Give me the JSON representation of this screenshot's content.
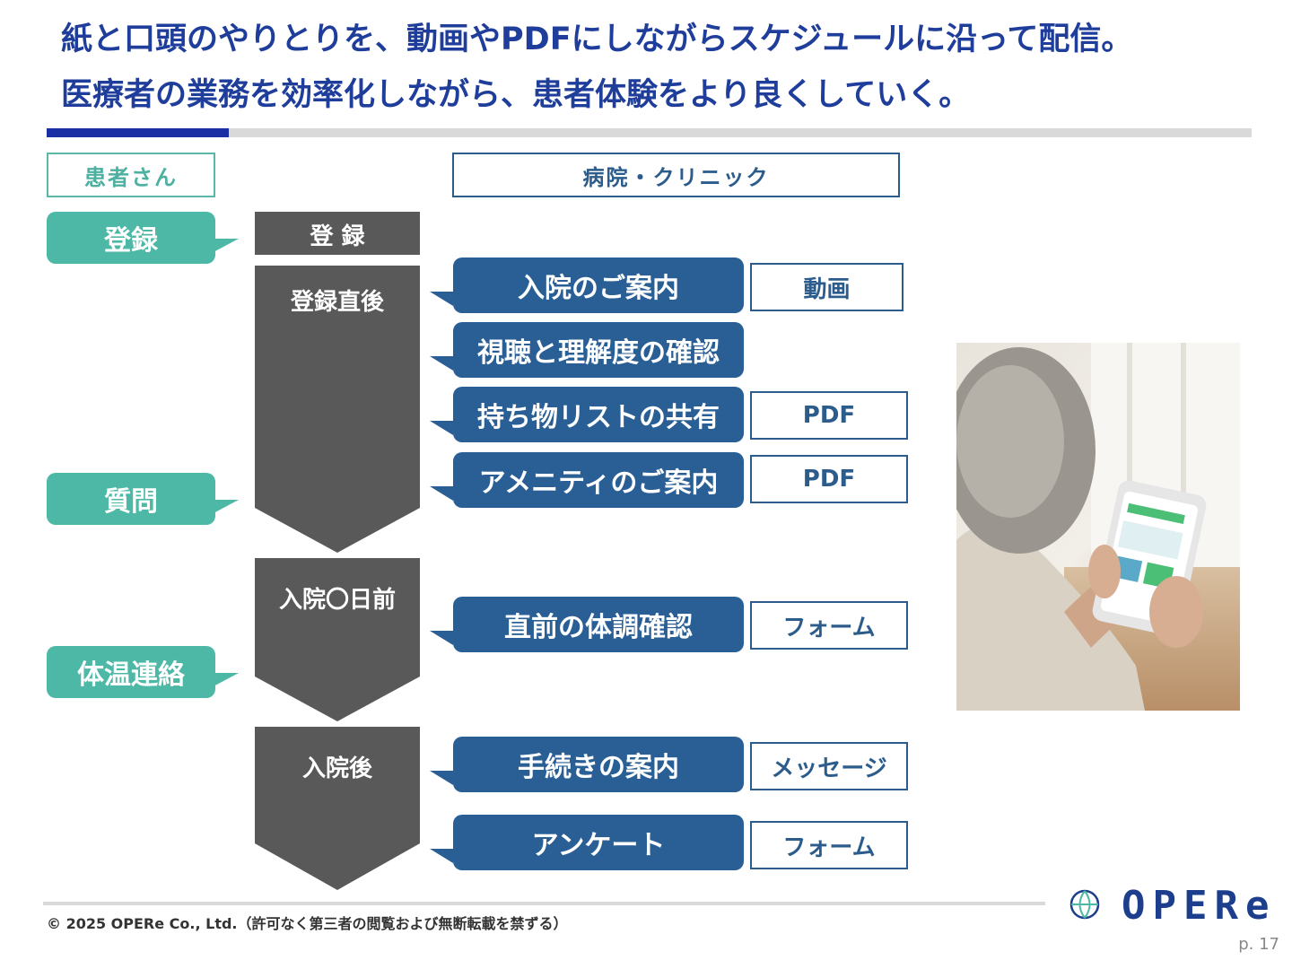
{
  "title": {
    "line1": "紙と口頭のやりとりを、動画やPDFにしながらスケジュールに沿って配信。",
    "line2": "医療者の業務を効率化しながら、患者体験をより良くしていく。"
  },
  "columns": {
    "patient": "患者さん",
    "hospital": "病院・クリニック"
  },
  "patient_actions": [
    "登録",
    "質問",
    "体温連絡"
  ],
  "phases": {
    "register": "登 録",
    "after_register": "登録直後",
    "days_before": "入院〇日前",
    "after_admission": "入院後"
  },
  "hospital_items": [
    {
      "label": "入院のご案内",
      "tag": "動画"
    },
    {
      "label": "視聴と理解度の確認",
      "tag": ""
    },
    {
      "label": "持ち物リストの共有",
      "tag": "PDF"
    },
    {
      "label": "アメニティのご案内",
      "tag": "PDF"
    },
    {
      "label": "直前の体調確認",
      "tag": "フォーム"
    },
    {
      "label": "手続きの案内",
      "tag": "メッセージ"
    },
    {
      "label": "アンケート",
      "tag": "フォーム"
    }
  ],
  "colors": {
    "title": "#1f3d9a",
    "accent_green": "#4db8a6",
    "accent_blue": "#2a5f96",
    "phase_grey": "#595959"
  },
  "photo": {
    "icon": "elderly-person-smartphone-photo"
  },
  "footer": {
    "copyright": "© 2025 OPERe Co., Ltd.（許可なく第三者の閲覧および無断転載を禁ずる）",
    "page": "p. 17",
    "logo": "OPERe"
  }
}
